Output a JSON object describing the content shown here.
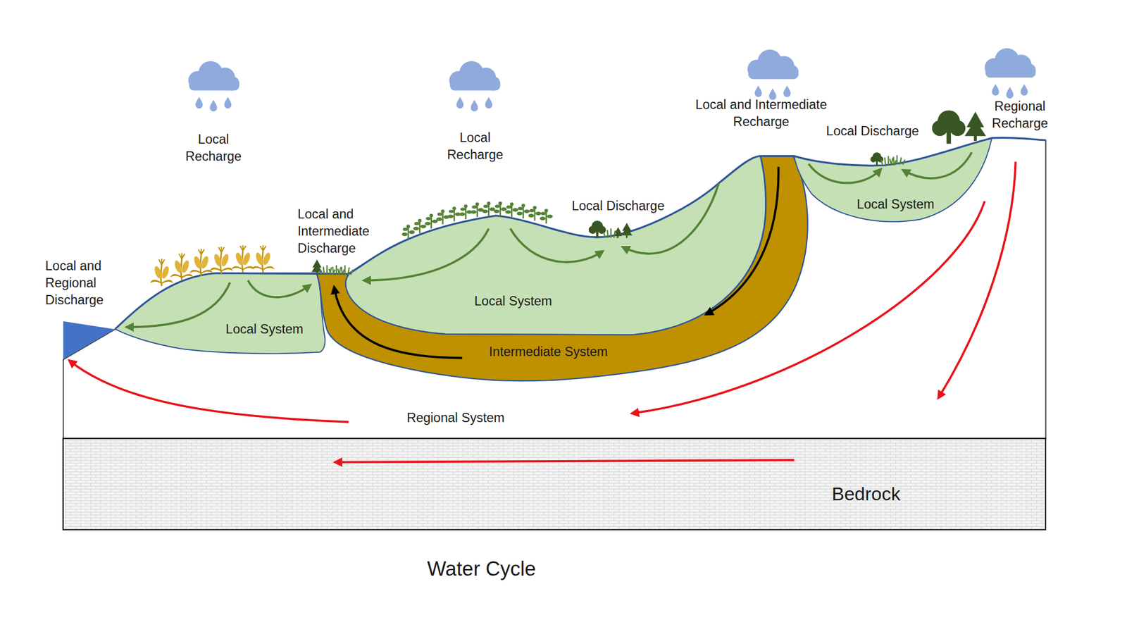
{
  "diagram": {
    "caption": "Water Cycle",
    "nodes": [
      {
        "text": [
          "Regional System"
        ]
      },
      {
        "text": [
          "Local System"
        ],
        "in": 0
      },
      {
        "text": [
          "Local System"
        ],
        "in": 0
      },
      {
        "text": [
          "Intermediate System"
        ],
        "in": 0
      },
      {
        "text": [
          "Local System"
        ],
        "in": 0
      },
      {
        "text": [
          "Bedrock"
        ]
      }
    ],
    "labels": [
      "Local Recharge",
      "Local Recharge",
      "Local and Intermediate Recharge",
      "Regional Recharge",
      "Local Discharge",
      "Local and Intermediate Discharge",
      "Local Discharge",
      "Local and Regional Discharge"
    ]
  }
}
